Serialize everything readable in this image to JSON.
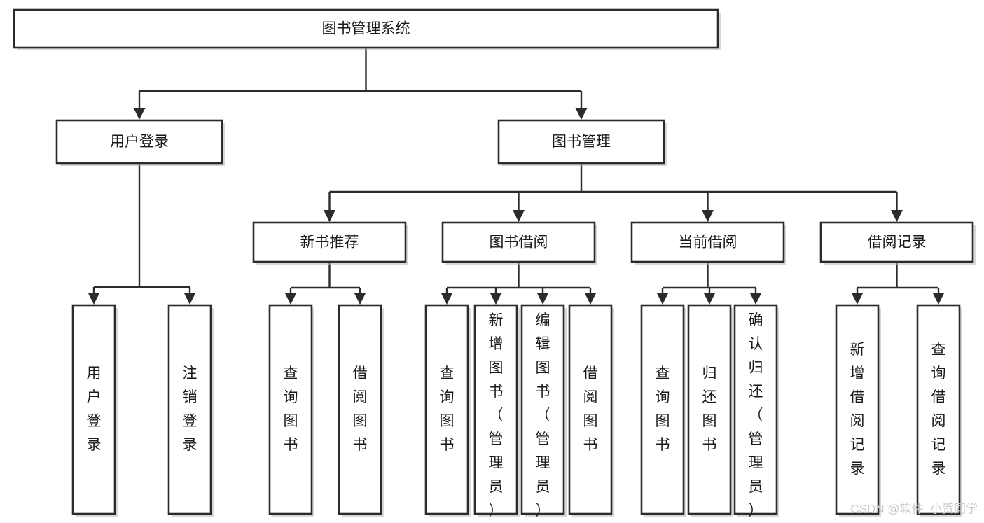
{
  "diagram": {
    "title": "图书管理系统",
    "type": "tree-hierarchy-chart",
    "background_color": "#ffffff",
    "line_color": "#2b2b2b",
    "box_fill": "#ffffff",
    "text_color": "#1a1a1a",
    "orientation": "top-down",
    "nodes": {
      "root": {
        "label": "图书管理系统",
        "level": 0,
        "orientation": "horizontal"
      },
      "user_login": {
        "label": "用户登录",
        "level": 1,
        "orientation": "horizontal"
      },
      "book_manage": {
        "label": "图书管理",
        "level": 1,
        "orientation": "horizontal"
      },
      "new_book_rec": {
        "label": "新书推荐",
        "level": 2,
        "orientation": "horizontal"
      },
      "book_borrow": {
        "label": "图书借阅",
        "level": 2,
        "orientation": "horizontal"
      },
      "current_borrow": {
        "label": "当前借阅",
        "level": 2,
        "orientation": "horizontal"
      },
      "borrow_record": {
        "label": "借阅记录",
        "level": 2,
        "orientation": "horizontal"
      },
      "leaf_user_login": {
        "label": "用户登录",
        "level": 3,
        "orientation": "vertical"
      },
      "leaf_logout": {
        "label": "注销登录",
        "level": 3,
        "orientation": "vertical"
      },
      "leaf_query_book_1": {
        "label": "查询图书",
        "level": 3,
        "orientation": "vertical"
      },
      "leaf_borrow_book_1": {
        "label": "借阅图书",
        "level": 3,
        "orientation": "vertical"
      },
      "leaf_query_book_2": {
        "label": "查询图书",
        "level": 3,
        "orientation": "vertical"
      },
      "leaf_add_book": {
        "label": "新增图书（管理员）",
        "level": 3,
        "orientation": "vertical"
      },
      "leaf_edit_book": {
        "label": "编辑图书（管理员）",
        "level": 3,
        "orientation": "vertical"
      },
      "leaf_borrow_book_2": {
        "label": "借阅图书",
        "level": 3,
        "orientation": "vertical"
      },
      "leaf_query_book_3": {
        "label": "查询图书",
        "level": 3,
        "orientation": "vertical"
      },
      "leaf_return_book": {
        "label": "归还图书",
        "level": 3,
        "orientation": "vertical"
      },
      "leaf_confirm_return": {
        "label": "确认归还（管理员）",
        "level": 3,
        "orientation": "vertical"
      },
      "leaf_add_record": {
        "label": "新增借阅记录",
        "level": 3,
        "orientation": "vertical"
      },
      "leaf_query_record": {
        "label": "查询借阅记录",
        "level": 3,
        "orientation": "vertical"
      }
    },
    "edges": [
      {
        "from": "root",
        "to": "user_login"
      },
      {
        "from": "root",
        "to": "book_manage"
      },
      {
        "from": "user_login",
        "to": "leaf_user_login"
      },
      {
        "from": "user_login",
        "to": "leaf_logout"
      },
      {
        "from": "book_manage",
        "to": "new_book_rec"
      },
      {
        "from": "book_manage",
        "to": "book_borrow"
      },
      {
        "from": "book_manage",
        "to": "current_borrow"
      },
      {
        "from": "book_manage",
        "to": "borrow_record"
      },
      {
        "from": "new_book_rec",
        "to": "leaf_query_book_1"
      },
      {
        "from": "new_book_rec",
        "to": "leaf_borrow_book_1"
      },
      {
        "from": "book_borrow",
        "to": "leaf_query_book_2"
      },
      {
        "from": "book_borrow",
        "to": "leaf_add_book"
      },
      {
        "from": "book_borrow",
        "to": "leaf_edit_book"
      },
      {
        "from": "book_borrow",
        "to": "leaf_borrow_book_2"
      },
      {
        "from": "current_borrow",
        "to": "leaf_query_book_3"
      },
      {
        "from": "current_borrow",
        "to": "leaf_return_book"
      },
      {
        "from": "current_borrow",
        "to": "leaf_confirm_return"
      },
      {
        "from": "borrow_record",
        "to": "leaf_add_record"
      },
      {
        "from": "borrow_record",
        "to": "leaf_query_record"
      }
    ]
  },
  "watermark": {
    "text": "CSDN @软件_小贺同学",
    "color": "#c9c9c9"
  }
}
